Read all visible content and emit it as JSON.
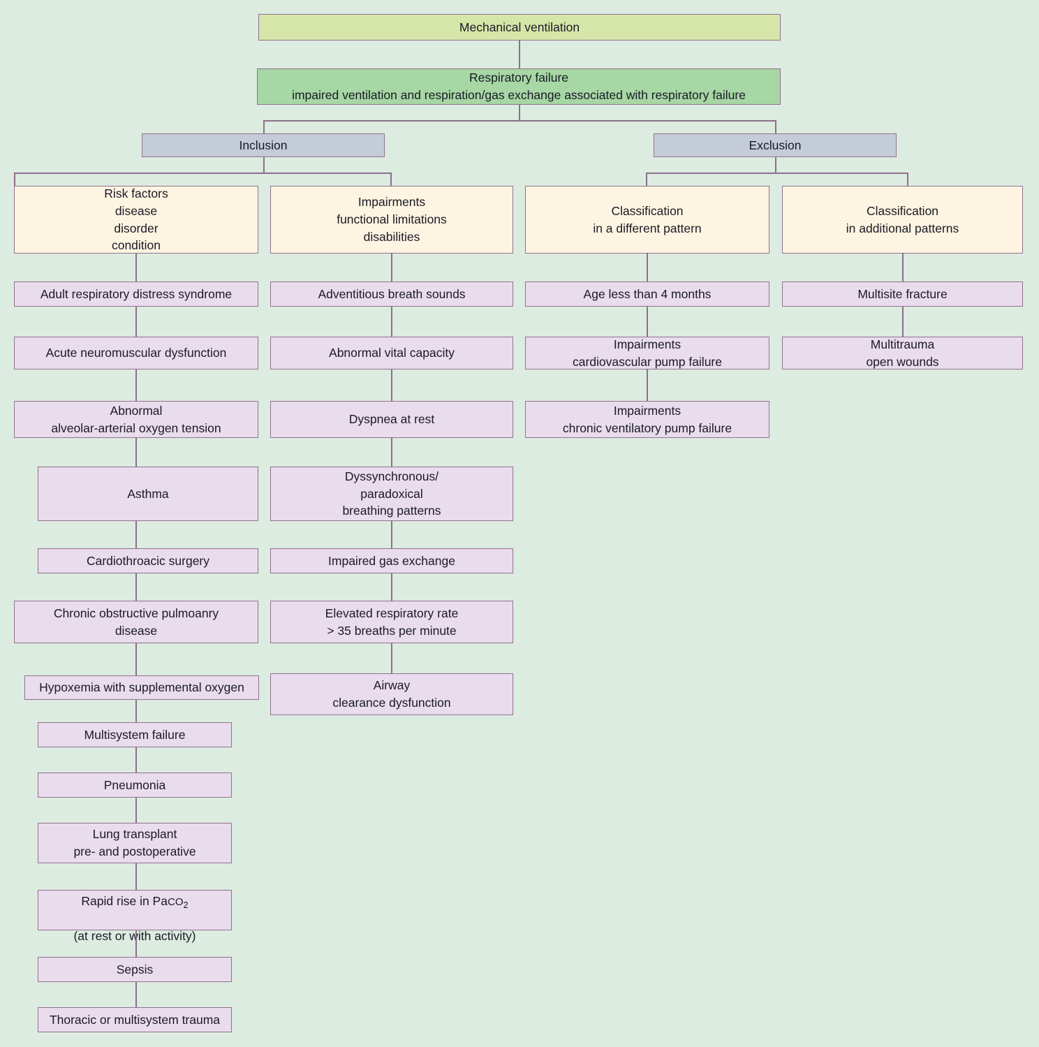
{
  "diagram": {
    "title": "Mechanical ventilation decision flowchart",
    "colors": {
      "background": "#dcece0",
      "top_node": "#d6e6a9",
      "green_node": "#a6d7a4",
      "category_node": "#c4ccd7",
      "group_node": "#fdf4e1",
      "item_node": "#e9dcec",
      "border": "#93708f",
      "connector": "#8c6f8c"
    },
    "root": {
      "label": "Mechanical ventilation"
    },
    "subroot": {
      "line1": "Respiratory failure",
      "line2": "impaired ventilation and respiration/gas exchange associated with respiratory failure",
      "label": "Respiratory failure\nimpaired ventilation and respiration/gas exchange associated with respiratory failure"
    },
    "categories": [
      {
        "label": "Inclusion"
      },
      {
        "label": "Exclusion"
      }
    ],
    "columns": [
      {
        "group": "Risk factors\ndisease\ndisorder\ncondition",
        "items": [
          "Adult respiratory distress syndrome",
          "Acute neuromuscular dysfunction",
          "Abnormal\nalveolar-arterial oxygen tension",
          "Asthma",
          "Cardiothroacic surgery",
          "Chronic obstructive pulmoanry\ndisease",
          "Hypoxemia with supplemental oxygen",
          "Multisystem failure",
          "Pneumonia",
          "Lung transplant\npre- and postoperative",
          "RAPID_RISE_PACO2",
          "Sepsis",
          "Thoracic or multisystem trauma"
        ],
        "paco2_line1_pre": "Rapid rise in Pa",
        "paco2_line1_co": "CO",
        "paco2_line1_sub": "2",
        "paco2_line2": "(at rest or with activity)"
      },
      {
        "group": "Impairments\nfunctional limitations\ndisabilities",
        "items": [
          "Adventitious breath sounds",
          "Abnormal vital capacity",
          "Dyspnea at rest",
          "Dyssynchronous/\nparadoxical\nbreathing patterns",
          "Impaired gas exchange",
          "Elevated respiratory rate\n> 35 breaths per minute",
          "Airway\nclearance dysfunction"
        ]
      },
      {
        "group": "Classification\nin a different pattern",
        "items": [
          "Age less than 4 months",
          "Impairments\ncardiovascular pump failure",
          "Impairments\nchronic ventilatory pump failure"
        ]
      },
      {
        "group": "Classification\nin additional patterns",
        "items": [
          "Multisite fracture",
          "Multitrauma\nopen wounds"
        ]
      }
    ]
  }
}
